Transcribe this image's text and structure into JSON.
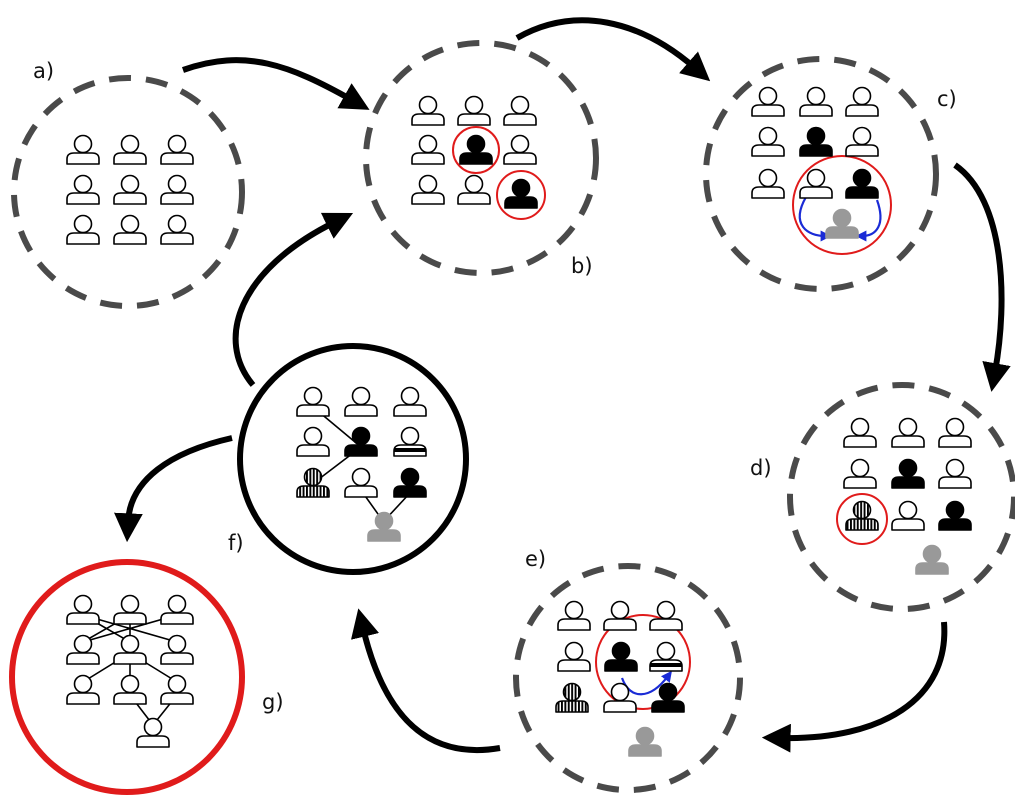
{
  "stages": [
    {
      "id": "a",
      "label": "a)",
      "boundary": "dashed",
      "highlighted": false
    },
    {
      "id": "b",
      "label": "b)",
      "boundary": "dashed",
      "highlighted": false
    },
    {
      "id": "c",
      "label": "c)",
      "boundary": "dashed",
      "highlighted": false
    },
    {
      "id": "d",
      "label": "d)",
      "boundary": "dashed",
      "highlighted": false
    },
    {
      "id": "e",
      "label": "e)",
      "boundary": "dashed",
      "highlighted": false
    },
    {
      "id": "f",
      "label": "f)",
      "boundary": "solid",
      "highlighted": false
    },
    {
      "id": "g",
      "label": "g)",
      "boundary": "solid",
      "highlighted": true
    }
  ],
  "flow": [
    {
      "from": "a",
      "to": "b"
    },
    {
      "from": "b",
      "to": "c"
    },
    {
      "from": "c",
      "to": "d"
    },
    {
      "from": "d",
      "to": "e"
    },
    {
      "from": "e",
      "to": "f"
    },
    {
      "from": "f",
      "to": "b"
    },
    {
      "from": "f",
      "to": "g"
    }
  ],
  "person_states": [
    "empty",
    "filled",
    "hatched",
    "banded",
    "ghost"
  ],
  "icons": {
    "person": "person-icon",
    "flow_arrow": "arrow-icon",
    "interaction_arrow": "curved-arrow-icon"
  },
  "colors": {
    "dashed_boundary": "#4a4a4a",
    "solid_boundary": "#000000",
    "highlight": "#e01b1b",
    "interaction_arrow": "#1a2bd6",
    "ghost": "#999999",
    "ink": "#000000"
  }
}
